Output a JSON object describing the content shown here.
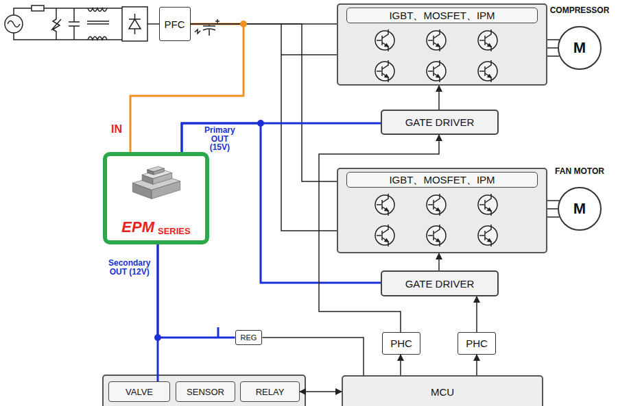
{
  "diagram": {
    "nodes": [
      {
        "text": [
          "PFC"
        ]
      },
      {
        "text": [
          "IGBT、MOSFET、IPM"
        ]
      },
      {
        "text": [
          "COMPRESSOR",
          "M"
        ]
      },
      {
        "text": [
          "GATE DRIVER"
        ]
      },
      {
        "text": [
          "EPM",
          "SERIES"
        ]
      },
      {
        "text": [
          "IGBT、MOSFET、IPM"
        ]
      },
      {
        "text": [
          "FAN MOTOR",
          "M"
        ]
      },
      {
        "text": [
          "GATE DRIVER"
        ]
      },
      {
        "text": [
          "REG"
        ]
      },
      {
        "text": [
          "PHC"
        ]
      },
      {
        "text": [
          "PHC"
        ]
      },
      {
        "text": [
          "VALVE"
        ]
      },
      {
        "text": [
          "SENSOR"
        ]
      },
      {
        "text": [
          "RELAY"
        ]
      },
      {
        "text": [
          "MCU"
        ]
      }
    ],
    "edges": [
      {
        "from": 0,
        "to": 4,
        "arrow": "none"
      },
      {
        "from": 0,
        "to": 1,
        "arrow": "none"
      },
      {
        "from": 0,
        "to": 5,
        "arrow": "none"
      },
      {
        "from": 1,
        "to": 2,
        "arrow": "none"
      },
      {
        "from": 5,
        "to": 6,
        "arrow": "none"
      },
      {
        "from": 4,
        "to": 3,
        "arrow": "none"
      },
      {
        "from": 4,
        "to": 7,
        "arrow": "none"
      },
      {
        "from": 4,
        "to": 11,
        "arrow": "none"
      },
      {
        "from": 4,
        "to": 8,
        "arrow": "none"
      },
      {
        "from": 8,
        "to": 14,
        "arrow": "none"
      },
      {
        "from": 14,
        "to": 13,
        "arrow": "both"
      },
      {
        "from": 14,
        "to": 9,
        "arrow": "to"
      },
      {
        "from": 14,
        "to": 10,
        "arrow": "to"
      },
      {
        "from": 9,
        "to": 3,
        "arrow": "to"
      },
      {
        "from": 10,
        "to": 7,
        "arrow": "to"
      },
      {
        "from": 3,
        "to": 1,
        "arrow": "to"
      },
      {
        "from": 7,
        "to": 5,
        "arrow": "to"
      }
    ],
    "labels": [
      "IN",
      "Primary OUT (15V)",
      "Secondary OUT (12V)"
    ]
  }
}
